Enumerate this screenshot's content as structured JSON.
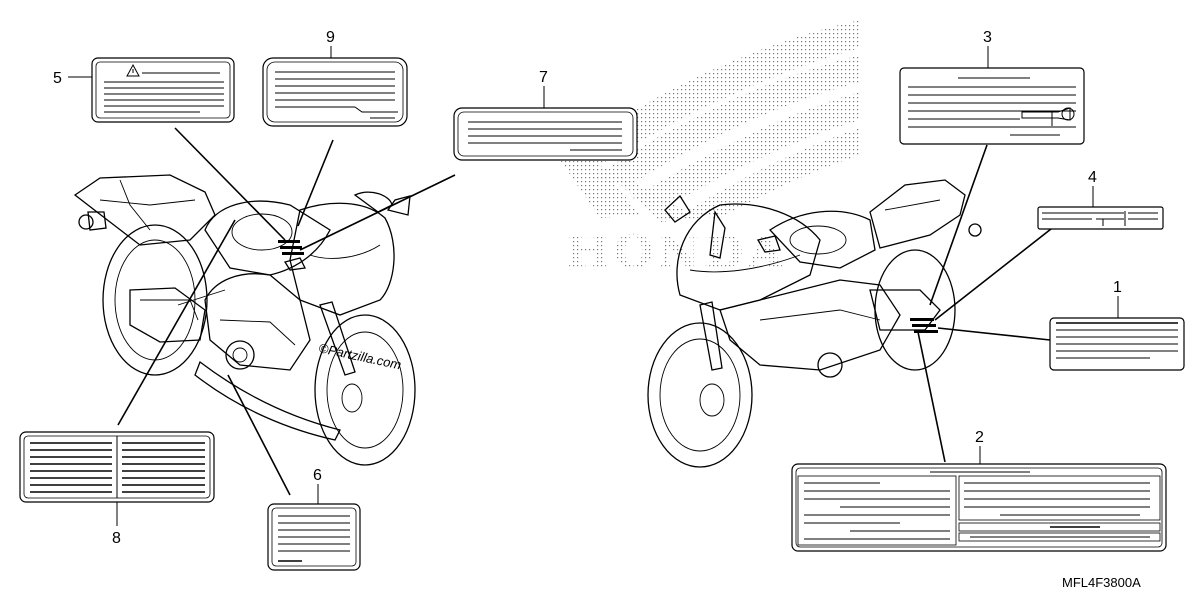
{
  "callouts": {
    "c1": "1",
    "c2": "2",
    "c3": "3",
    "c4": "4",
    "c5": "5",
    "c6": "6",
    "c7": "7",
    "c8": "8",
    "c9": "9"
  },
  "part_code": "MFL4F3800A",
  "watermark": "©Partzilla.com",
  "logo_text": "HONDA",
  "icons": [
    "warning-triangle-icon",
    "key-icon",
    "honda-wing-logo"
  ]
}
